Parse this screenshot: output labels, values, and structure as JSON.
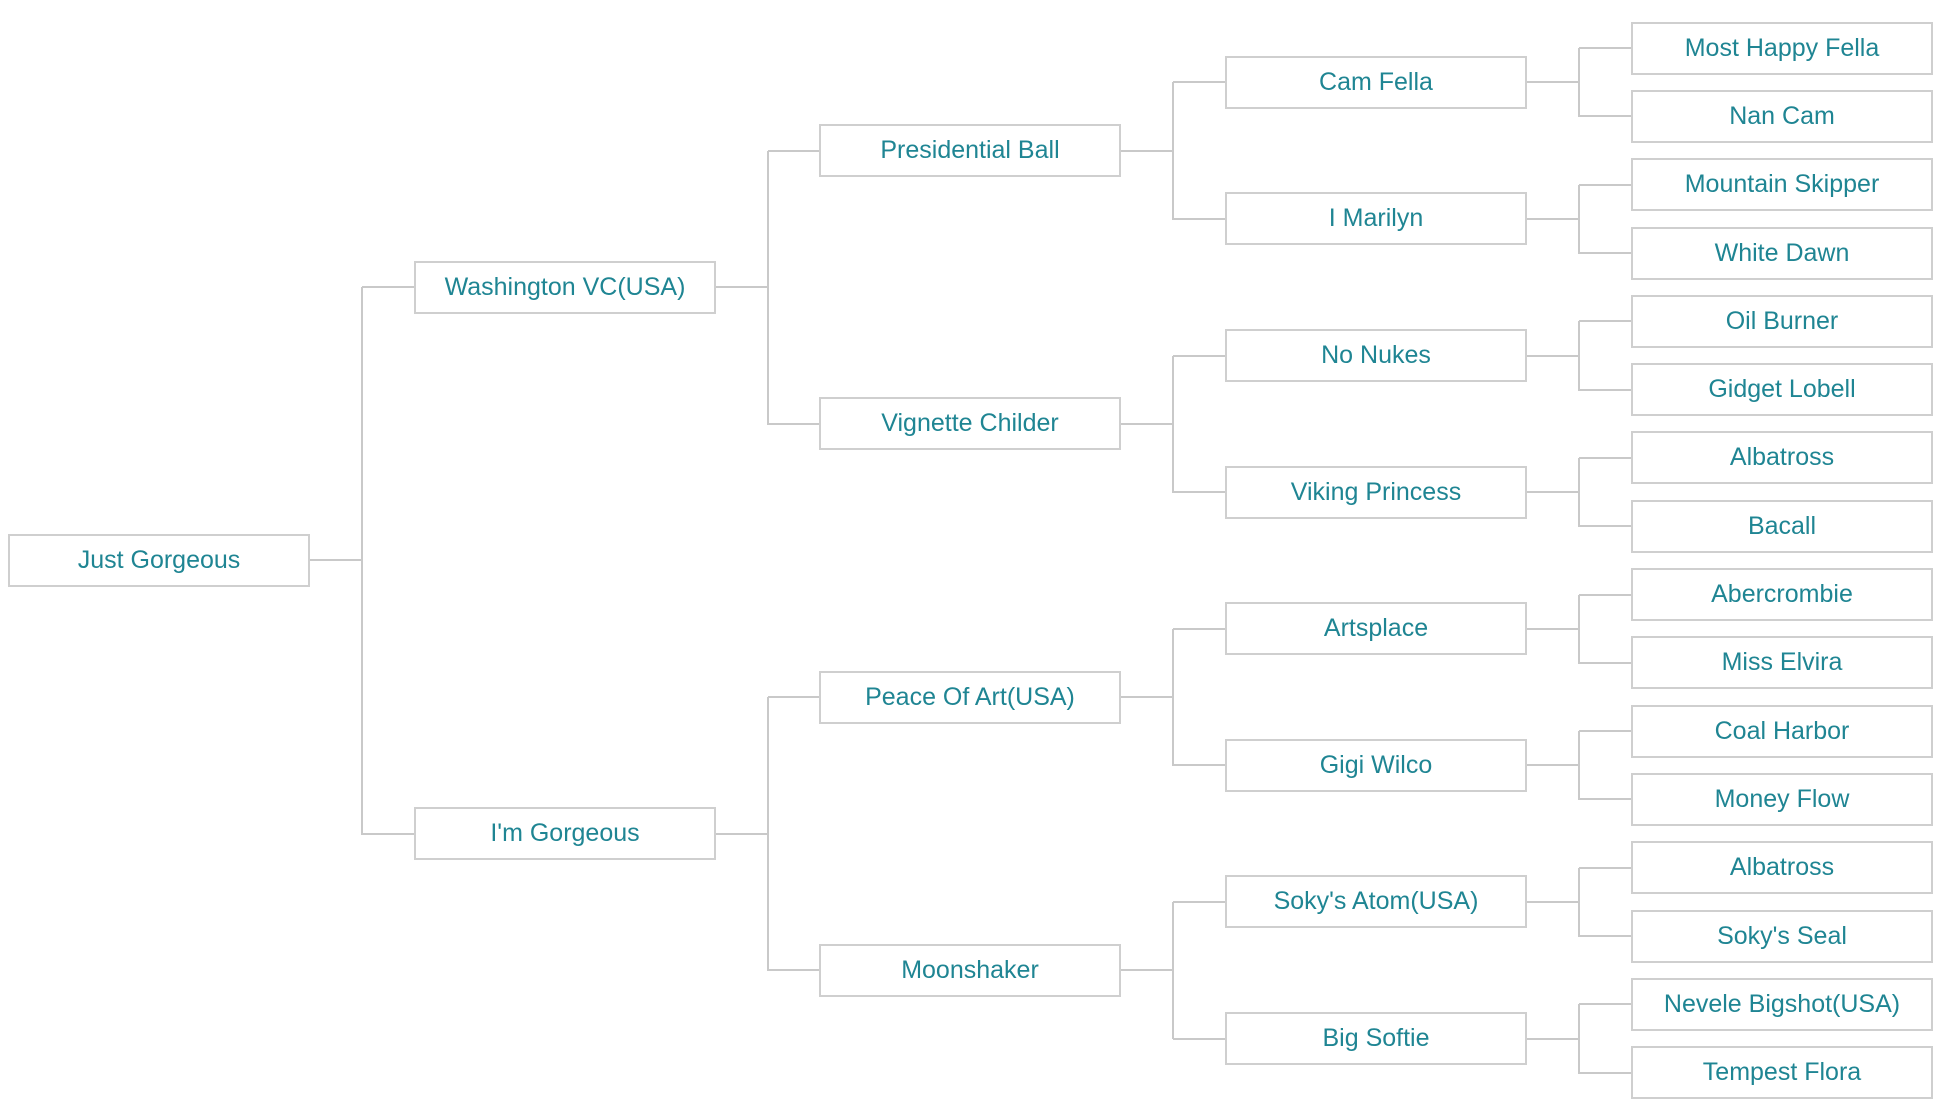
{
  "pedigree": {
    "name": "Just Gorgeous",
    "parents": [
      {
        "name": "Washington VC(USA)",
        "parents": [
          {
            "name": "Presidential Ball",
            "parents": [
              {
                "name": "Cam Fella",
                "parents": [
                  {
                    "name": "Most Happy Fella"
                  },
                  {
                    "name": "Nan Cam"
                  }
                ]
              },
              {
                "name": "I Marilyn",
                "parents": [
                  {
                    "name": "Mountain Skipper"
                  },
                  {
                    "name": "White Dawn"
                  }
                ]
              }
            ]
          },
          {
            "name": "Vignette Childer",
            "parents": [
              {
                "name": "No Nukes",
                "parents": [
                  {
                    "name": "Oil Burner"
                  },
                  {
                    "name": "Gidget Lobell"
                  }
                ]
              },
              {
                "name": "Viking Princess",
                "parents": [
                  {
                    "name": "Albatross"
                  },
                  {
                    "name": "Bacall"
                  }
                ]
              }
            ]
          }
        ]
      },
      {
        "name": "I'm Gorgeous",
        "parents": [
          {
            "name": "Peace Of Art(USA)",
            "parents": [
              {
                "name": "Artsplace",
                "parents": [
                  {
                    "name": "Abercrombie"
                  },
                  {
                    "name": "Miss Elvira"
                  }
                ]
              },
              {
                "name": "Gigi Wilco",
                "parents": [
                  {
                    "name": "Coal Harbor"
                  },
                  {
                    "name": "Money Flow"
                  }
                ]
              }
            ]
          },
          {
            "name": "Moonshaker",
            "parents": [
              {
                "name": "Soky's Atom(USA)",
                "parents": [
                  {
                    "name": "Albatross"
                  },
                  {
                    "name": "Soky's Seal"
                  }
                ]
              },
              {
                "name": "Big Softie",
                "parents": [
                  {
                    "name": "Nevele Bigshot(USA)"
                  },
                  {
                    "name": "Tempest Flora"
                  }
                ]
              }
            ]
          }
        ]
      }
    ]
  },
  "colors": {
    "text": "#1f8593",
    "border": "#cfcfcf",
    "connector": "#c9c9c9"
  }
}
